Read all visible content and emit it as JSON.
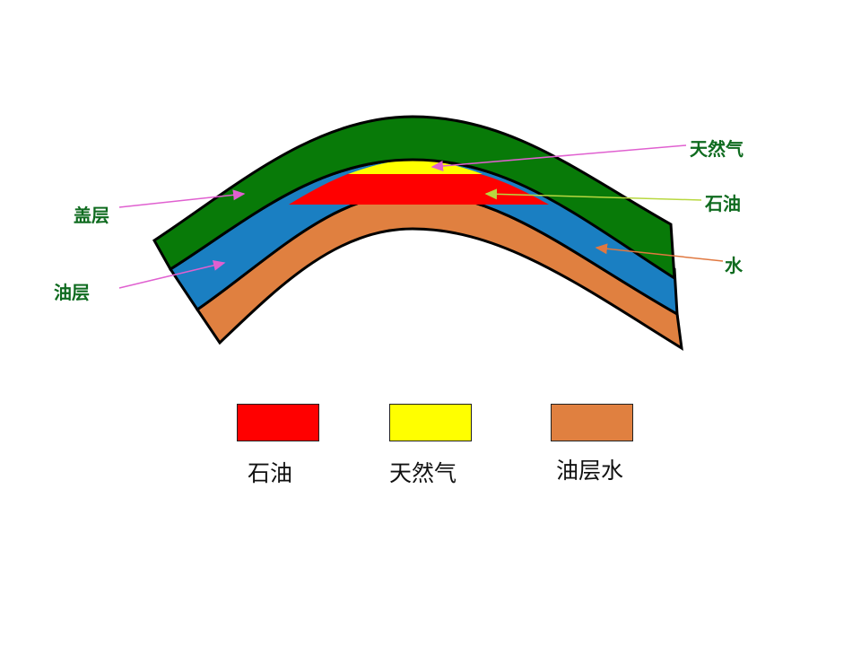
{
  "diagram": {
    "title": "",
    "layers": {
      "caprock": {
        "label": "盖层",
        "color": "#087a08"
      },
      "reservoir": {
        "label": "油层",
        "color": "#1a7fc2"
      },
      "gas": {
        "label": "天然气",
        "color": "#ffff00"
      },
      "oil": {
        "label": "石油",
        "color": "#ff0000"
      },
      "water": {
        "label": "水",
        "color": "#e08040"
      }
    },
    "callouts": [
      {
        "label": "盖层",
        "arrow_color": "#e060d0"
      },
      {
        "label": "油层",
        "arrow_color": "#e060d0"
      },
      {
        "label": "天然气",
        "arrow_color": "#e060d0"
      },
      {
        "label": "石油",
        "arrow_color": "#b8d840"
      },
      {
        "label": "水",
        "arrow_color": "#e07840"
      }
    ],
    "legend": [
      {
        "label": "石油",
        "color": "#ff0000"
      },
      {
        "label": "天然气",
        "color": "#ffff00"
      },
      {
        "label": "油层水",
        "color": "#e08040"
      }
    ]
  }
}
